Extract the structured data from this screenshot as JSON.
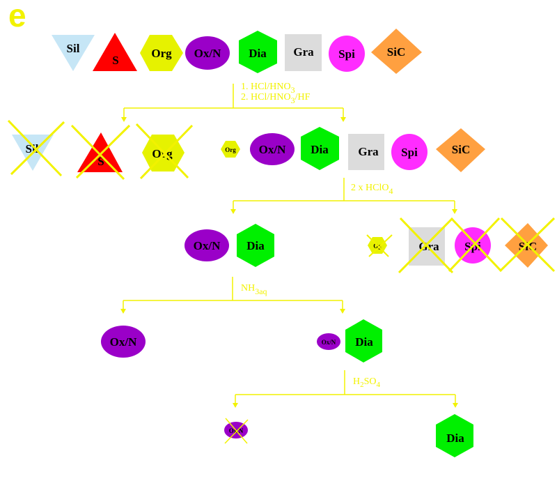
{
  "figure": {
    "panel_letter": "e",
    "colors": {
      "arrow": "#f2f200",
      "cross": "#f2f200",
      "Sil": "#c6e6f6",
      "S": "#ff0000",
      "Org": "#e6f200",
      "Ox/N": "#9a00c8",
      "Dia": "#00f000",
      "Gra": "#dcdcdc",
      "Spi": "#ff2cff",
      "SiC": "#ffa040"
    }
  },
  "stages": [
    {
      "id": "start",
      "items": [
        {
          "label": "Sil",
          "shape": "triangle-down",
          "removed": false
        },
        {
          "label": "S",
          "shape": "triangle-up",
          "removed": false
        },
        {
          "label": "Org",
          "shape": "hexagon",
          "removed": false
        },
        {
          "label": "Ox/N",
          "shape": "ellipse",
          "removed": false
        },
        {
          "label": "Dia",
          "shape": "hexagon-tall",
          "removed": false
        },
        {
          "label": "Gra",
          "shape": "square",
          "removed": false
        },
        {
          "label": "Spi",
          "shape": "circle",
          "removed": false
        },
        {
          "label": "SiC",
          "shape": "diamond",
          "removed": false
        }
      ]
    }
  ],
  "steps": [
    {
      "reagent_lines": [
        {
          "text": "1. HCl/HNO",
          "sub": "3",
          "after": ""
        },
        {
          "text": "2. HCl/HNO",
          "sub": "3",
          "after": "/HF"
        }
      ],
      "removed": [
        "Sil",
        "S",
        "Org"
      ],
      "remaining": [
        "Org (small)",
        "Ox/N",
        "Dia",
        "Gra",
        "Spi",
        "SiC"
      ]
    },
    {
      "reagent_lines": [
        {
          "text": "2 x HClO",
          "sub": "4",
          "after": ""
        }
      ],
      "remaining": [
        "Ox/N",
        "Dia"
      ],
      "removed": [
        "Org (small)",
        "Gra",
        "Spi",
        "SiC"
      ]
    },
    {
      "reagent_lines": [
        {
          "text": "NH",
          "sub": "3aq",
          "after": ""
        }
      ],
      "left": [
        "Ox/N"
      ],
      "right": [
        "Ox/N (small)",
        "Dia"
      ]
    },
    {
      "reagent_lines": [
        {
          "text": "H",
          "sub": "2",
          "after": "SO",
          "sub2": "4"
        }
      ],
      "removed": [
        "Ox/N (small)"
      ],
      "remaining": [
        "Dia"
      ]
    }
  ],
  "labels": {
    "Sil": "Sil",
    "S": "S",
    "Org": "Org",
    "OxN": "Ox/N",
    "Dia": "Dia",
    "Gra": "Gra",
    "Spi": "Spi",
    "SiC": "SiC",
    "OrgSmall": "Org",
    "OrgCrossed": "Og",
    "OxNSmall": "Ox/N"
  },
  "reagents": {
    "r1a": "1. HCl/HNO",
    "r1a_sub": "3",
    "r1b": "2. HCl/HNO",
    "r1b_sub": "3",
    "r1b_after": "/HF",
    "r2": "2 x HClO",
    "r2_sub": "4",
    "r3": "NH",
    "r3_sub": "3aq",
    "r4a": "H",
    "r4a_sub": "2",
    "r4b": "SO",
    "r4b_sub": "4"
  }
}
